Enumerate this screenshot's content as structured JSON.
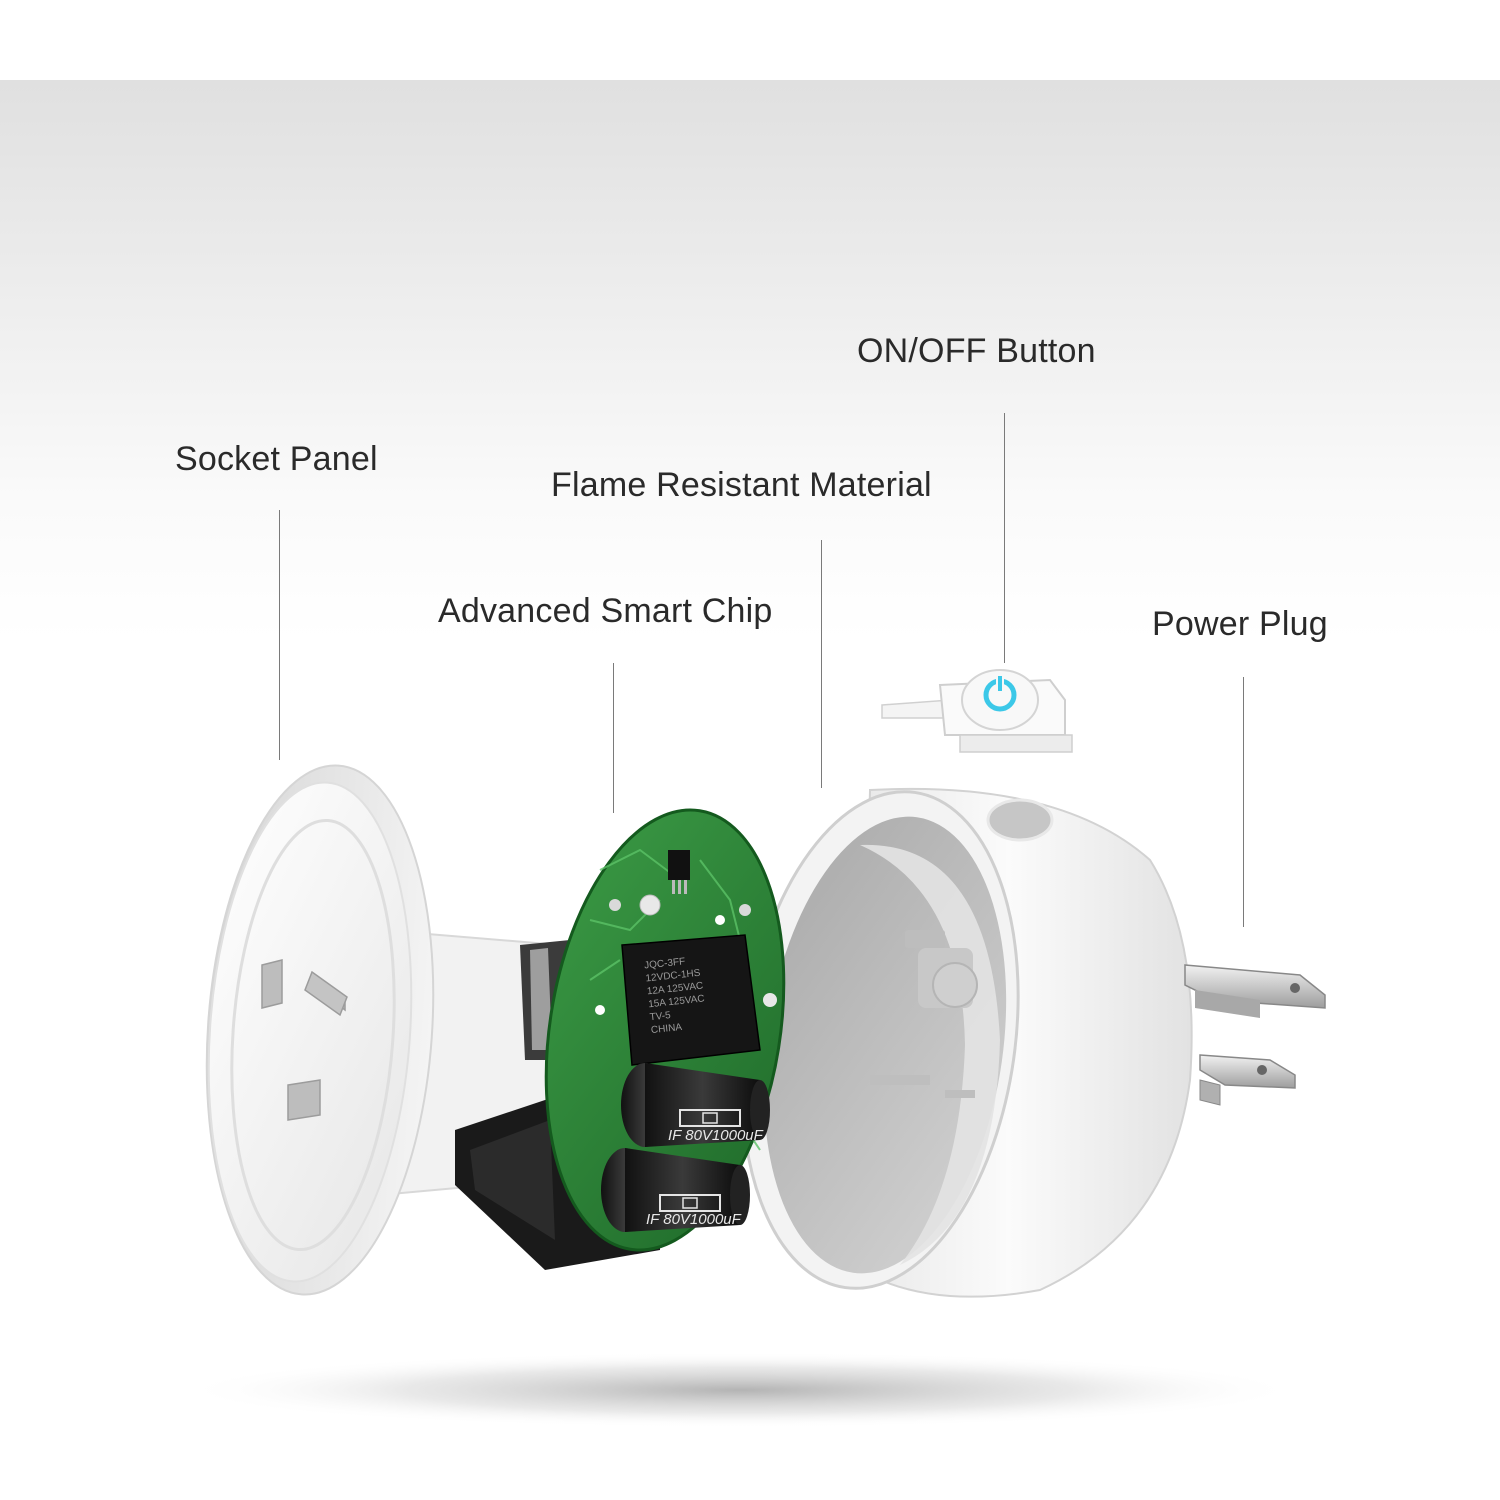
{
  "callouts": {
    "socket_panel": "Socket Panel",
    "flame_resistant": "Flame Resistant Material",
    "on_off_button": "ON/OFF Button",
    "smart_chip": "Advanced Smart Chip",
    "power_plug": "Power Plug"
  },
  "components": {
    "relay_text": [
      "JQC-3FF",
      "12VDC-1HS",
      "12A 125VAC",
      "15A 125VAC",
      "TV-5",
      "CHINA"
    ],
    "capacitor_label": "IF 80V1000uF"
  },
  "colors": {
    "background_top": "#e0e0e0",
    "pcb_green": "#2f8a3a",
    "button_accent": "#3cc8e8",
    "label_text": "#2a2a2a"
  }
}
